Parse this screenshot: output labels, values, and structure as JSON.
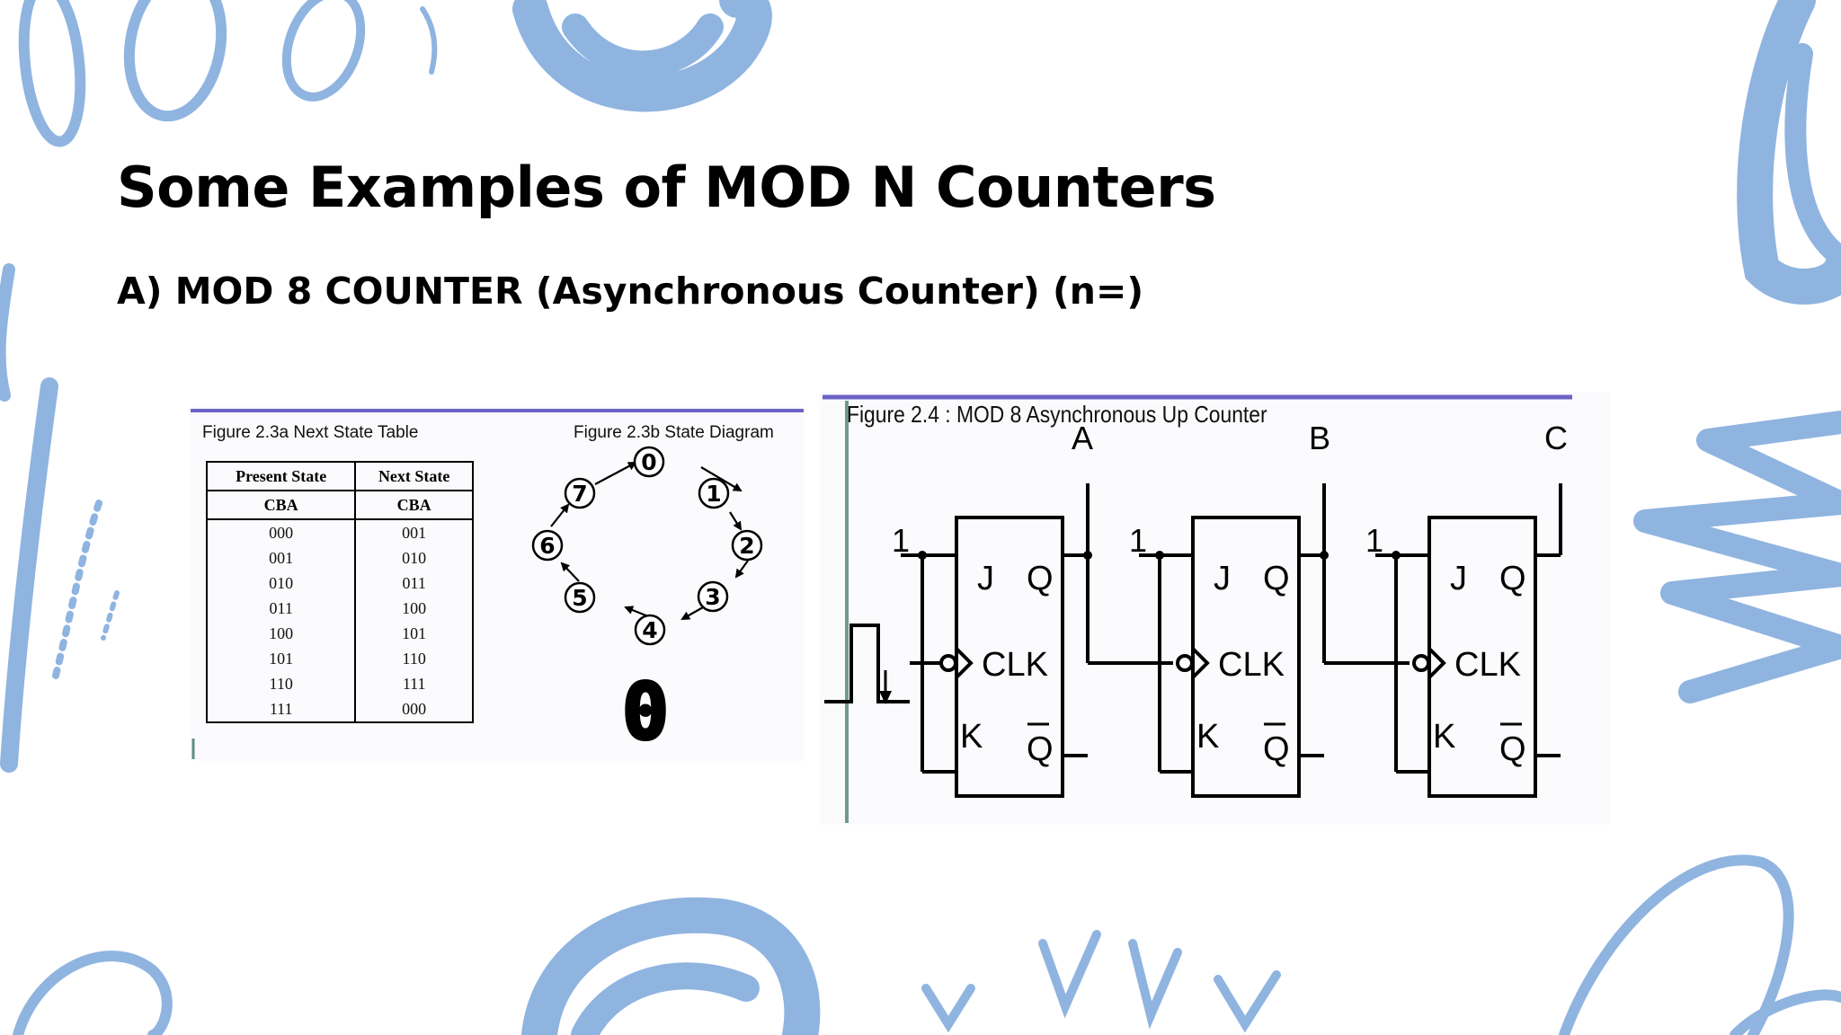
{
  "slide": {
    "title": "Some Examples of MOD N Counters",
    "subtitle": "A) MOD 8 COUNTER (Asynchronous Counter) (n=)"
  },
  "figure_left": {
    "table_caption": "Figure 2.3a Next State Table",
    "diagram_caption": "Figure 2.3b State Diagram",
    "table": {
      "headers": [
        "Present State",
        "Next State"
      ],
      "subheaders": [
        "CBA",
        "CBA"
      ],
      "rows": [
        [
          "000",
          "001"
        ],
        [
          "001",
          "010"
        ],
        [
          "010",
          "011"
        ],
        [
          "011",
          "100"
        ],
        [
          "101",
          "110"
        ],
        [
          "110",
          "111"
        ],
        [
          "111",
          "000"
        ]
      ],
      "row_100": [
        "100",
        "101"
      ]
    },
    "states": [
      "0",
      "1",
      "2",
      "3",
      "4",
      "5",
      "6",
      "7"
    ],
    "current_state": "0"
  },
  "figure_right": {
    "caption": "Figure 2.4 : MOD 8 Asynchronous Up Counter",
    "outputs": [
      "A",
      "B",
      "C"
    ],
    "input_level": "1",
    "ff_labels": {
      "j": "J",
      "k": "K",
      "q": "Q",
      "qbar": "Q",
      "clk": "CLK"
    }
  },
  "colors": {
    "decoration": "#8fb4e0",
    "rule": "#6b63c6",
    "divider": "#6f9b8a"
  }
}
